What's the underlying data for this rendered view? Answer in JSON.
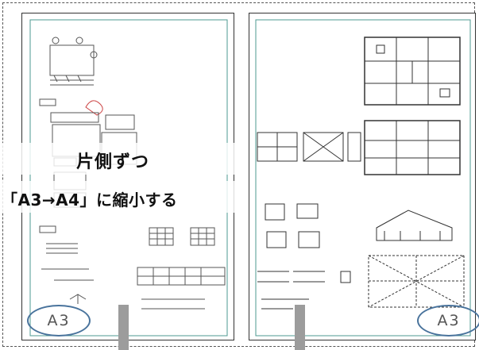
{
  "caption": {
    "line1": "片側ずつ",
    "line2": "「A3→A4」に縮小する"
  },
  "badges": {
    "left": "A3",
    "right": "A3"
  },
  "colors": {
    "badge_border": "#49739c",
    "bar": "#9c9c9c",
    "teal_line": "#4c9a92"
  }
}
